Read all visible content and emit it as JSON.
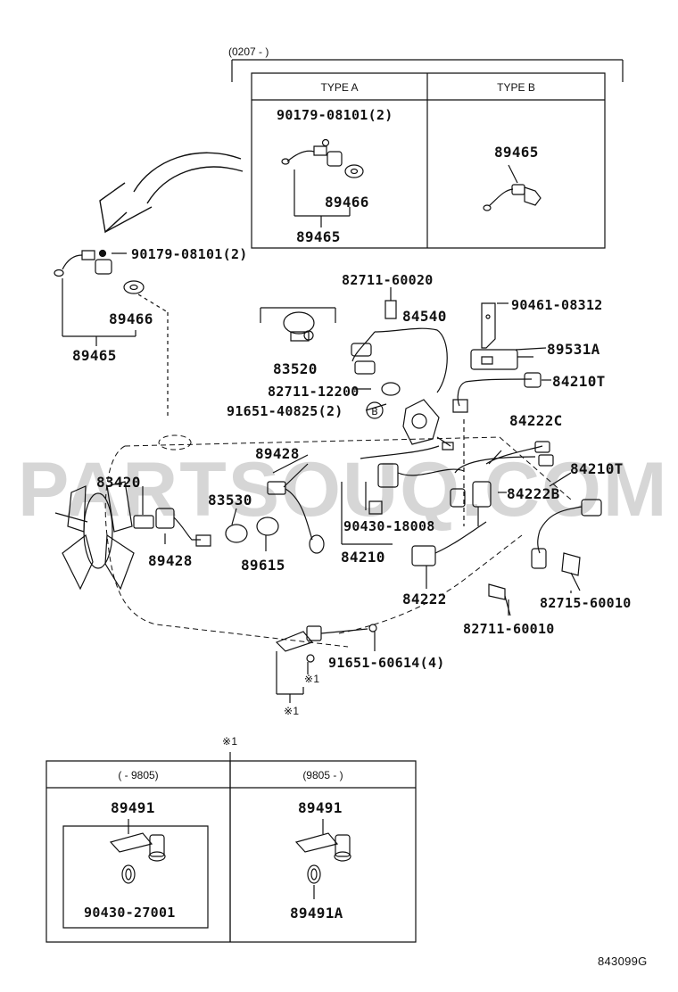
{
  "diagram_code": "843099G",
  "watermark": "PARTSOUQ.COM",
  "date_ranges": {
    "top": "(0207 -        )",
    "bottom_left": "(      - 9805)",
    "bottom_right": "(9805 -       )"
  },
  "table_headers": {
    "type_a": "TYPE A",
    "type_b": "TYPE B"
  },
  "note_mark": "※1",
  "callout_b": "B",
  "parts": {
    "p90179_a": "90179-08101(2)",
    "p89466_a": "89466",
    "p89465_a": "89465",
    "p89465_b": "89465",
    "p90179_main": "90179-08101(2)",
    "p89466_main": "89466",
    "p89465_main": "89465",
    "p82711_60020": "82711-60020",
    "p84540": "84540",
    "p90461_08312": "90461-08312",
    "p83520": "83520",
    "p89531a": "89531A",
    "p82711_12200": "82711-12200",
    "p84210t_1": "84210T",
    "p91651_40825": "91651-40825(2)",
    "p84222c": "84222C",
    "p89428_top": "89428",
    "p83420": "83420",
    "p84210t_2": "84210T",
    "p84222b": "84222B",
    "p83530": "83530",
    "p90430_18008": "90430-18008",
    "p89428_bottom": "89428",
    "p89615": "89615",
    "p84210": "84210",
    "p84222": "84222",
    "p82715_60010": "82715-60010",
    "p82711_60010": "82711-60010",
    "p91651_60614": "91651-60614(4)",
    "p89491_l": "89491",
    "p90430_27001": "90430-27001",
    "p89491_r": "89491",
    "p89491a": "89491A"
  }
}
